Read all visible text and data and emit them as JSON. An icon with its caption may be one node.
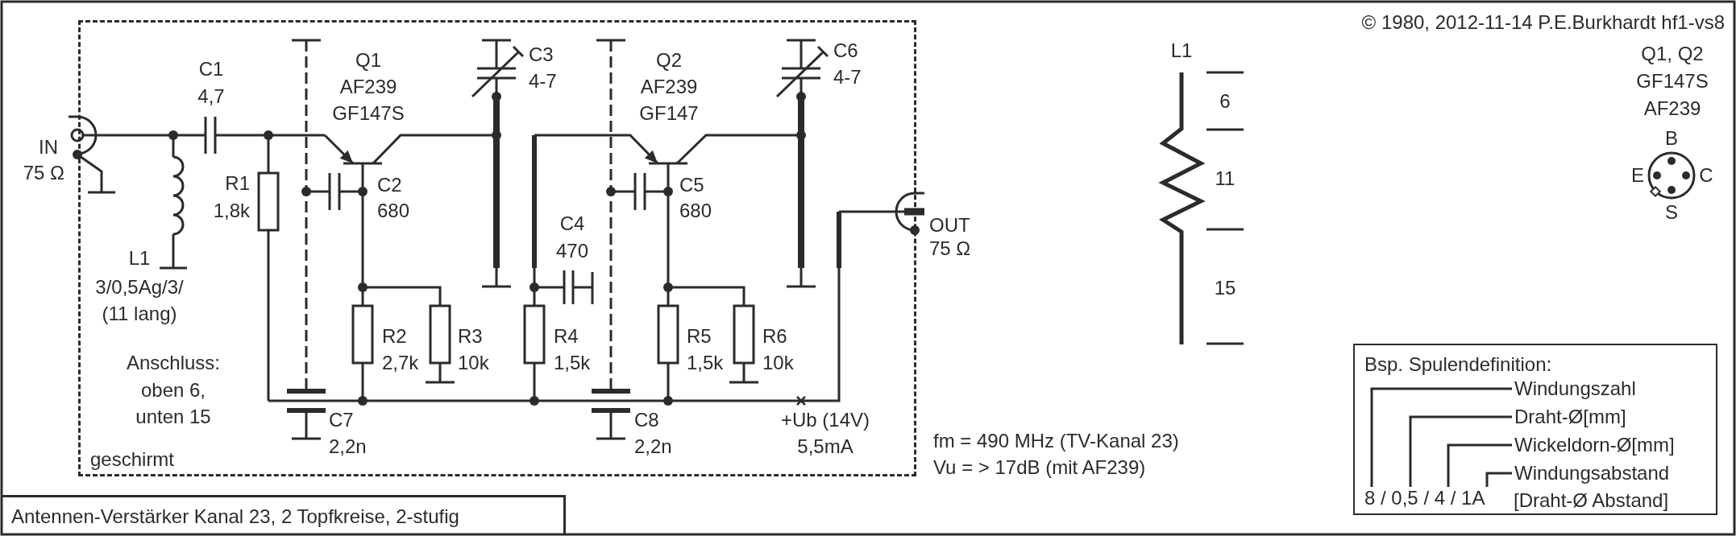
{
  "diagram": {
    "nodes": [
      {
        "text": [
          "geschirmt"
        ]
      },
      {
        "text": [
          "Antennen-Verstärker Kanal 23, 2 Topfkreise, 2-stufig"
        ]
      },
      {
        "text": [
          "Bsp. Spulendefinition:"
        ]
      },
      {
        "text": [
          "8 / 0,5 / 4 / 1A"
        ],
        "in": 2
      },
      {
        "text": [
          "Windungszahl"
        ],
        "in": 2
      },
      {
        "text": [
          "Draht-Ø[mm]"
        ],
        "in": 2
      },
      {
        "text": [
          "Wickeldorn-Ø[mm]"
        ],
        "in": 2
      },
      {
        "text": [
          "Windungsabstand"
        ],
        "in": 2
      }
    ],
    "edges": [
      {
        "from": 3,
        "to": 4,
        "arrow": "none"
      },
      {
        "from": 3,
        "to": 5,
        "arrow": "none"
      },
      {
        "from": 3,
        "to": 6,
        "arrow": "none"
      },
      {
        "from": 3,
        "to": 7,
        "arrow": "none"
      }
    ],
    "labels": [
      "© 1980, 2012-11-14 P.E.Burkhardt hf1-vs8",
      "IN",
      "75 Ω",
      "C1",
      "4,7",
      "Q1",
      "AF239",
      "GF147S",
      "C3",
      "4-7",
      "Q2",
      "AF239",
      "GF147",
      "C6",
      "4-7",
      "L1",
      "6",
      "R1",
      "1,8k",
      "C2",
      "680",
      "C5",
      "680",
      "11",
      "Q1, Q2",
      "GF147S",
      "AF239",
      "B",
      "E",
      "C",
      "S",
      "OUT",
      "75 Ω",
      "C4",
      "470",
      "L1",
      "3/0,5Ag/3/",
      "(11 lang)",
      "R2",
      "2,7k",
      "R3",
      "10k",
      "R4",
      "1,5k",
      "R5",
      "1,5k",
      "R6",
      "10k",
      "15",
      "Anschluss:",
      "oben 6,",
      "unten 15",
      "C7",
      "2,2n",
      "C8",
      "2,2n",
      "+Ub (14V)",
      "5,5mA",
      "fm = 490 MHz (TV-Kanal 23)",
      "Vu = > 17dB (mit AF239)",
      "[Draht-Ø Abstand]"
    ]
  }
}
